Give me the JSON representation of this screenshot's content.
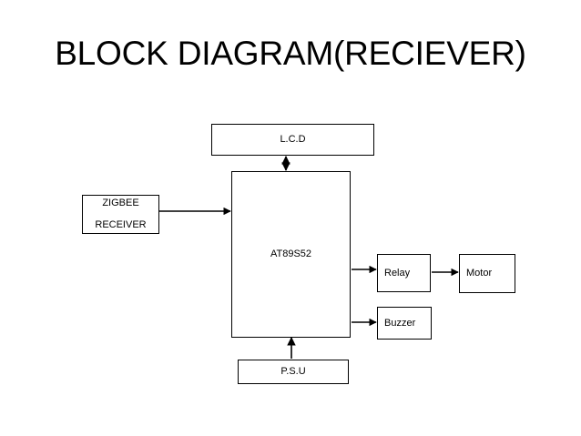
{
  "slide": {
    "title": "BLOCK DIAGRAM(RECIEVER)",
    "background_color": "#ffffff",
    "line_color": "#000000"
  },
  "diagram": {
    "type": "block-diagram",
    "nodes": [
      {
        "id": "lcd",
        "label": "L.C.D"
      },
      {
        "id": "zigbee",
        "label_line1": "ZIGBEE",
        "label_line2": "RECEIVER"
      },
      {
        "id": "mcu",
        "label": "AT89S52"
      },
      {
        "id": "relay",
        "label": "Relay"
      },
      {
        "id": "motor",
        "label": "Motor"
      },
      {
        "id": "buzzer",
        "label": "Buzzer"
      },
      {
        "id": "psu",
        "label": "P.S.U"
      }
    ],
    "connections": [
      {
        "from": "mcu",
        "to": "lcd",
        "direction": "bidirectional"
      },
      {
        "from": "zigbee",
        "to": "mcu",
        "direction": "forward"
      },
      {
        "from": "mcu",
        "to": "relay",
        "direction": "forward"
      },
      {
        "from": "relay",
        "to": "motor",
        "direction": "forward"
      },
      {
        "from": "mcu",
        "to": "buzzer",
        "direction": "forward"
      },
      {
        "from": "psu",
        "to": "mcu",
        "direction": "forward"
      }
    ]
  }
}
